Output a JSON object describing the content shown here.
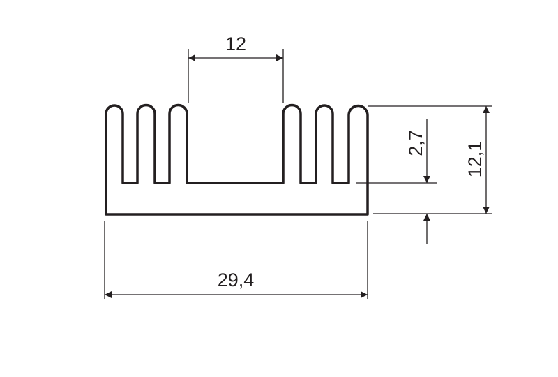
{
  "drawing": {
    "title": "Heatsink profile",
    "line_color": "#231f20",
    "dimensions": {
      "gap_width": "12",
      "overall_width": "29,4",
      "overall_height": "12,1",
      "base_thickness": "2,7"
    }
  }
}
